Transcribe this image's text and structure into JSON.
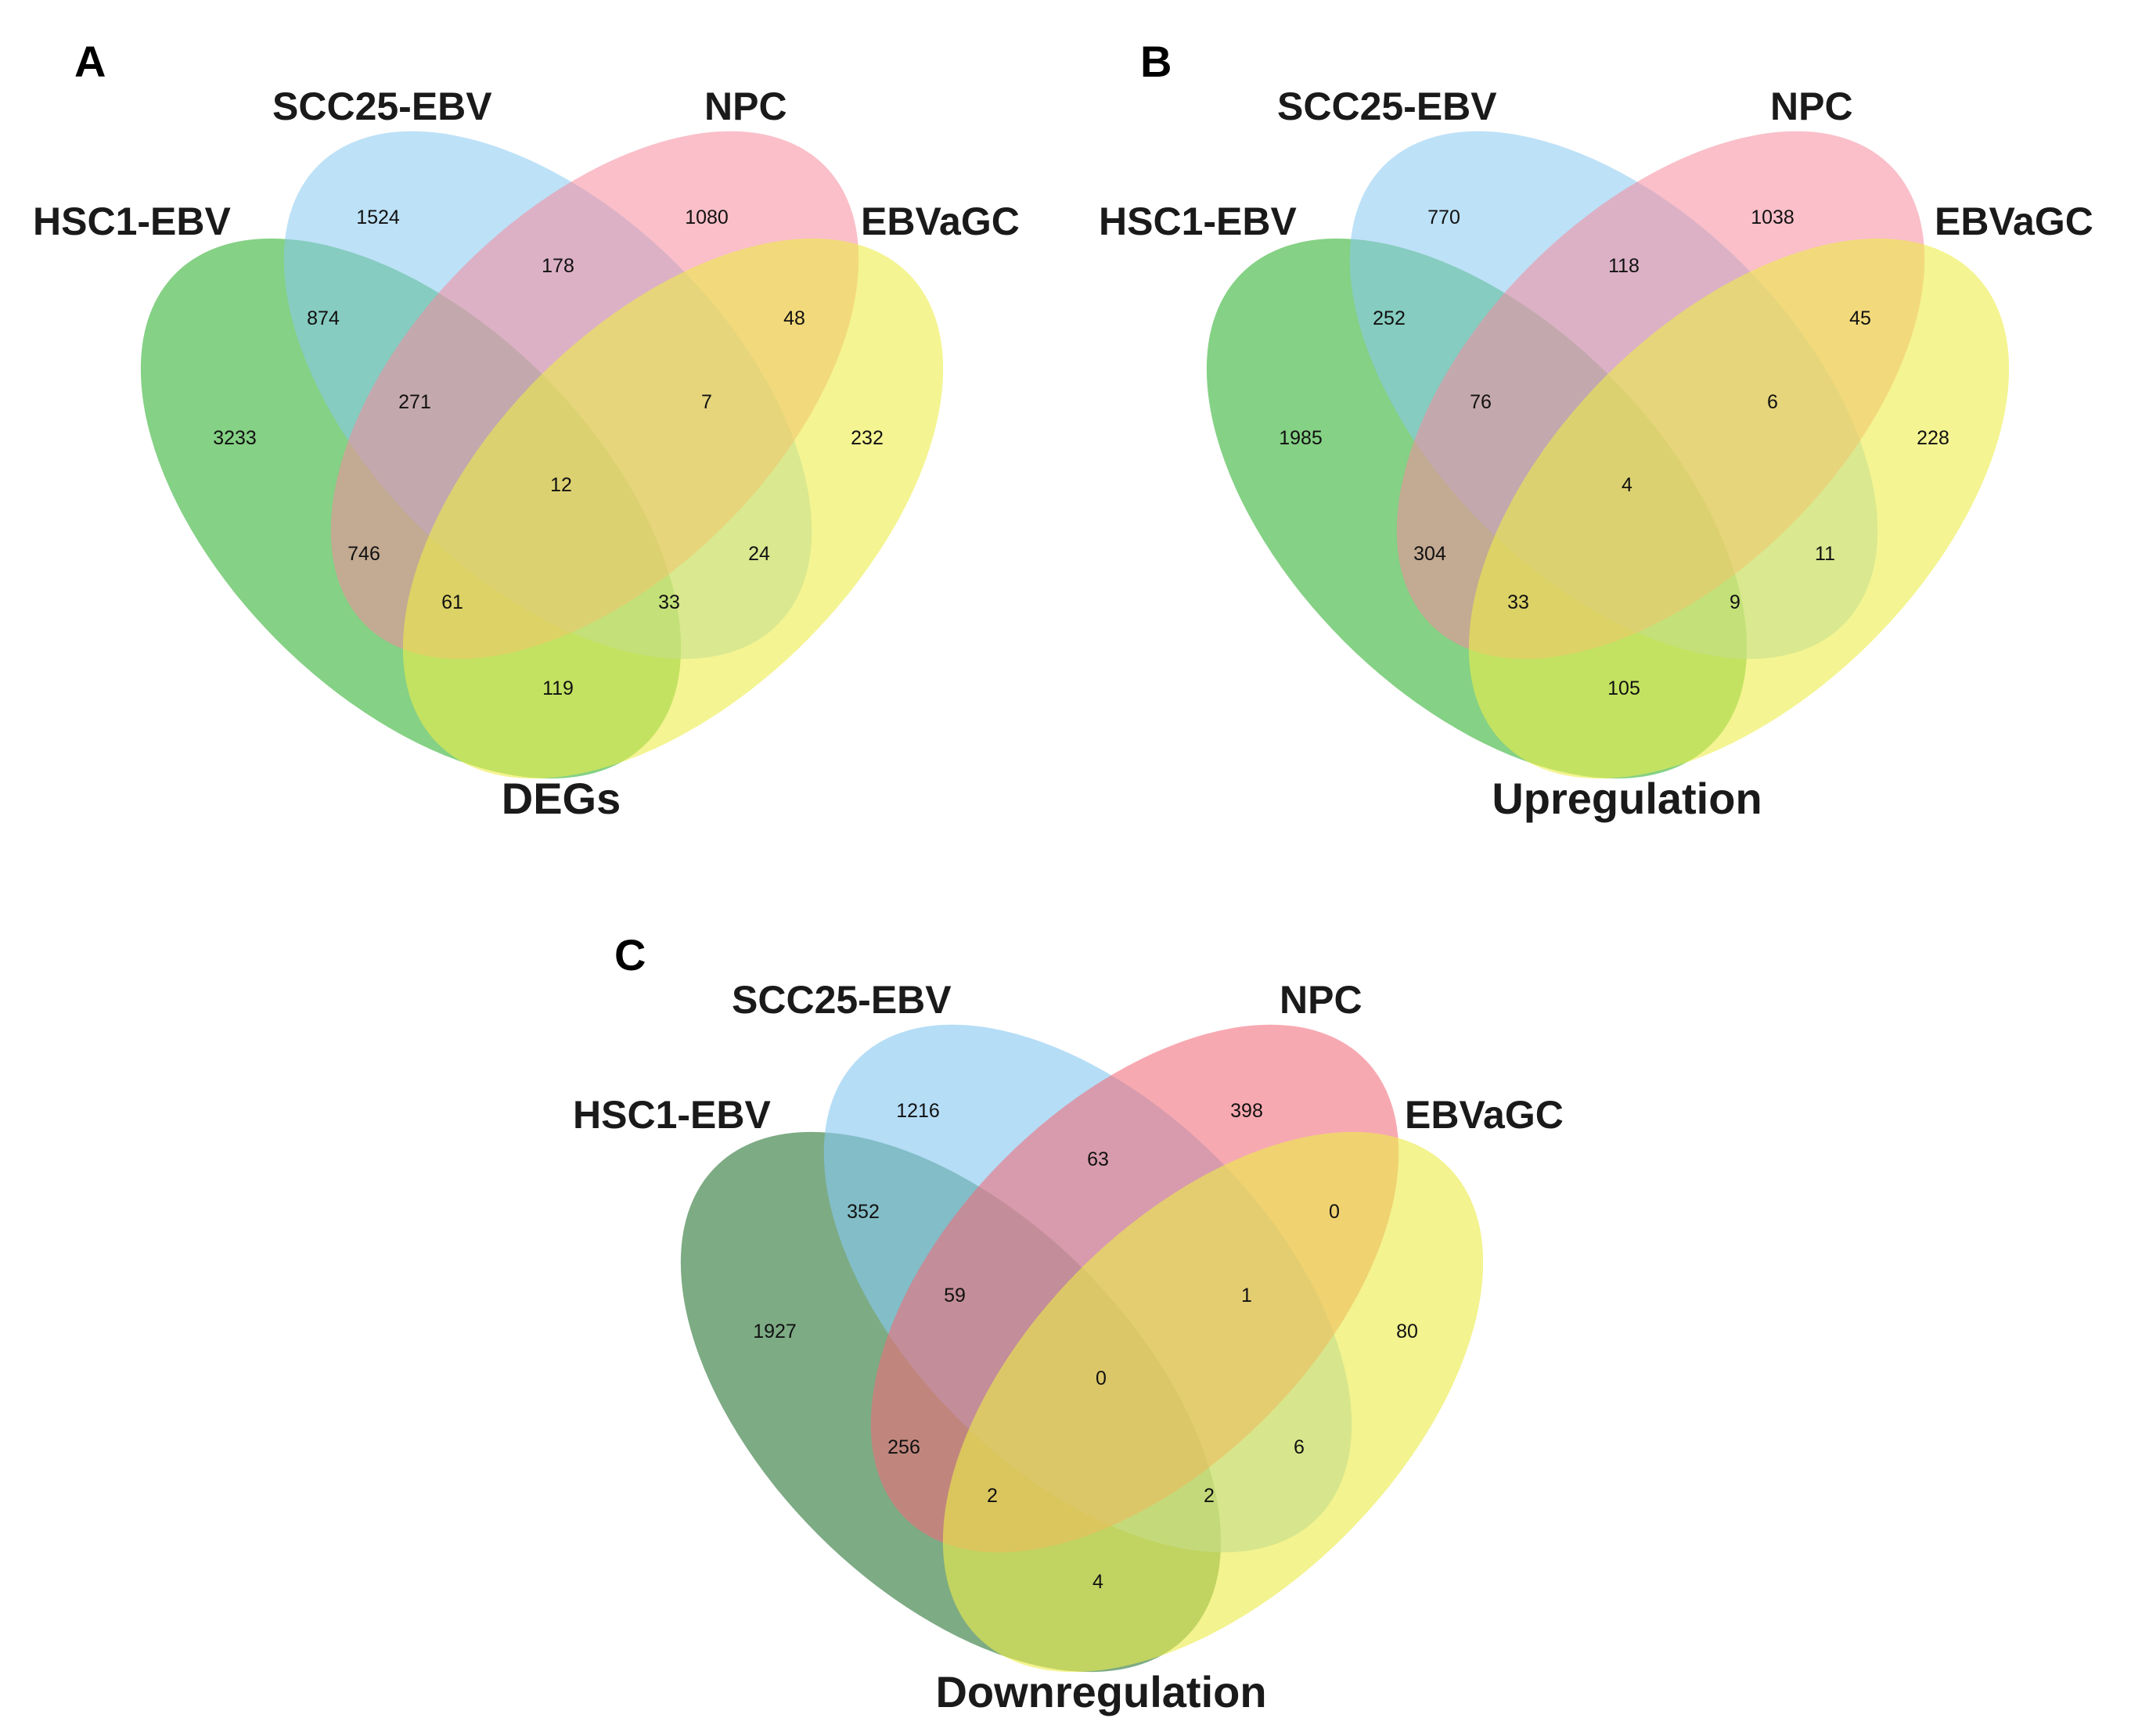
{
  "set_colors": {
    "hsc1": "#3ab53a",
    "scc25": "#87c8f0",
    "npc": "#f58a9c",
    "ebvagc": "#ecec4a",
    "hsc1_downregulation": "#4b8a54",
    "npc_downregulation": "#f26a78"
  },
  "panels": [
    {
      "letter": "A",
      "title": "DEGs",
      "labels": {
        "hsc1": "HSC1-EBV",
        "scc25": "SCC25-EBV",
        "npc": "NPC",
        "ebvagc": "EBVaGC"
      },
      "counts": {
        "h": "3233",
        "s": "1524",
        "n": "1080",
        "e": "232",
        "hs": "874",
        "sn": "178",
        "ne": "48",
        "hsn": "271",
        "sne": "7",
        "hsne": "12",
        "hn": "746",
        "se": "24",
        "hne": "61",
        "hse": "33",
        "he": "119"
      }
    },
    {
      "letter": "B",
      "title": "Upregulation",
      "labels": {
        "hsc1": "HSC1-EBV",
        "scc25": "SCC25-EBV",
        "npc": "NPC",
        "ebvagc": "EBVaGC"
      },
      "counts": {
        "h": "1985",
        "s": "770",
        "n": "1038",
        "e": "228",
        "hs": "252",
        "sn": "118",
        "ne": "45",
        "hsn": "76",
        "sne": "6",
        "hsne": "4",
        "hn": "304",
        "se": "11",
        "hne": "33",
        "hse": "9",
        "he": "105"
      }
    },
    {
      "letter": "C",
      "title": "Downregulation",
      "labels": {
        "hsc1": "HSC1-EBV",
        "scc25": "SCC25-EBV",
        "npc": "NPC",
        "ebvagc": "EBVaGC"
      },
      "counts": {
        "h": "1927",
        "s": "1216",
        "n": "398",
        "e": "80",
        "hs": "352",
        "sn": "63",
        "ne": "0",
        "hsn": "59",
        "sne": "1",
        "hsne": "0",
        "hn": "256",
        "se": "6",
        "hne": "2",
        "hse": "2",
        "he": "4"
      }
    }
  ]
}
